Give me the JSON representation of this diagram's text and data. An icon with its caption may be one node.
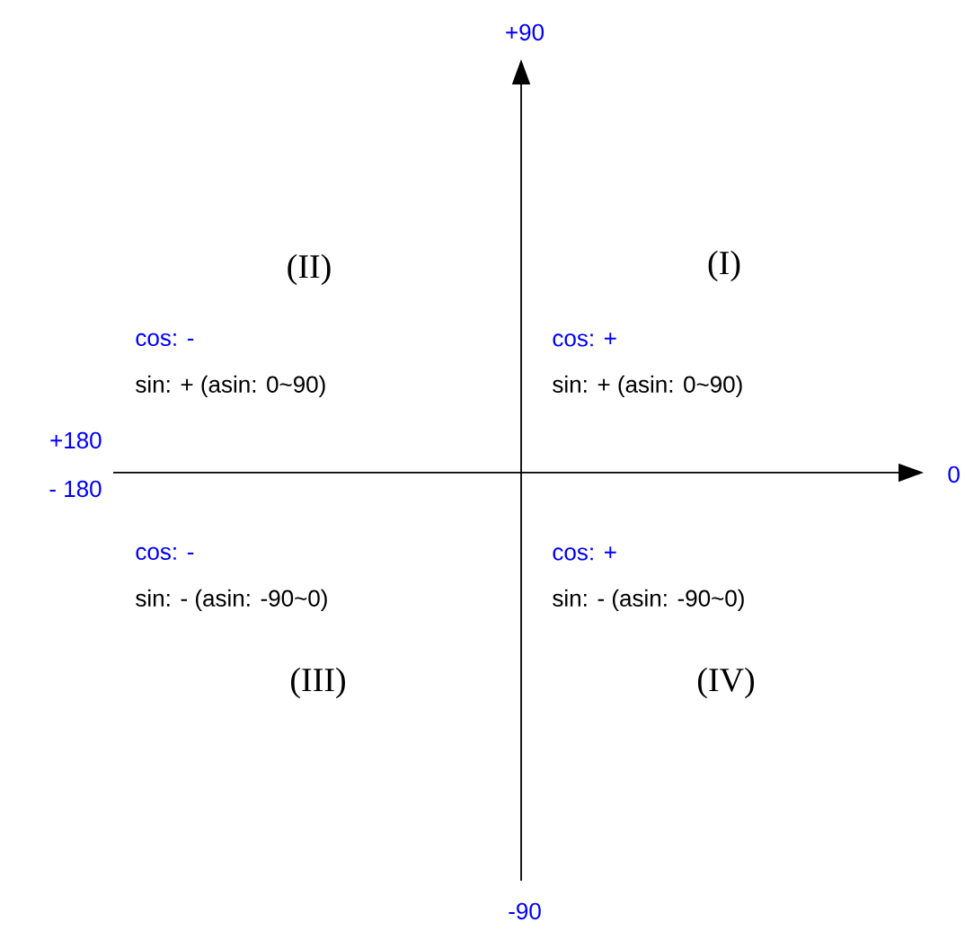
{
  "diagram": {
    "labels": [
      "+90",
      "(II)",
      "(I)",
      "cos: -",
      "sin: + (asin: 0~90)",
      "cos: +",
      "sin: + (asin: 0~90)",
      "+180",
      "- 180",
      "0",
      "cos: -",
      "sin: - (asin: -90~0)",
      "cos: +",
      "sin: - (asin: -90~0)",
      "(III)",
      "(IV)",
      "-90"
    ]
  }
}
